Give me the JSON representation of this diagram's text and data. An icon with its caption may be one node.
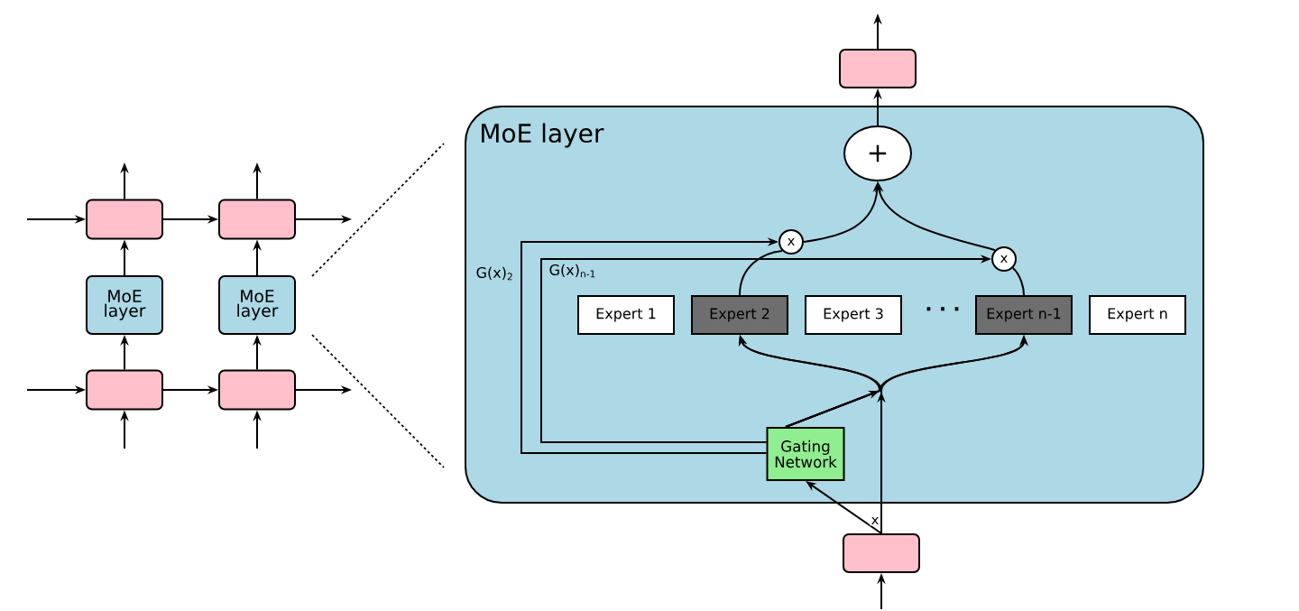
{
  "diagram": {
    "nodes": [
      {
        "text": [],
        "shape": "box"
      },
      {
        "text": [],
        "shape": "box"
      },
      {
        "text": [
          "MoE layer"
        ]
      },
      {
        "text": [
          "MoE layer"
        ]
      },
      {
        "text": [],
        "shape": "box"
      },
      {
        "text": [],
        "shape": "box"
      },
      {
        "text": [
          "MoE layer"
        ]
      },
      {
        "text": [
          "+"
        ],
        "in": 6
      },
      {
        "text": [
          "x"
        ],
        "in": 6
      },
      {
        "text": [
          "x"
        ],
        "in": 6
      },
      {
        "text": [
          "Expert 1"
        ],
        "in": 6
      },
      {
        "text": [
          "Expert 2"
        ],
        "in": 6
      },
      {
        "text": [
          "Expert 3"
        ],
        "in": 6
      },
      {
        "text": [
          "Expert n-1"
        ],
        "in": 6
      },
      {
        "text": [
          "Expert n"
        ],
        "in": 6
      },
      {
        "text": [
          "Gating Network"
        ],
        "in": 6
      },
      {
        "text": [],
        "shape": "box"
      },
      {
        "text": [],
        "shape": "box"
      }
    ],
    "edges": [
      {
        "from": null,
        "to": 0,
        "arrow": "to"
      },
      {
        "from": 0,
        "to": 1,
        "arrow": "to"
      },
      {
        "from": 1,
        "to": null,
        "arrow": "to"
      },
      {
        "from": 0,
        "to": null,
        "arrow": "to"
      },
      {
        "from": 1,
        "to": null,
        "arrow": "to"
      },
      {
        "from": 2,
        "to": 0,
        "arrow": "to"
      },
      {
        "from": 3,
        "to": 1,
        "arrow": "to"
      },
      {
        "from": null,
        "to": 4,
        "arrow": "to"
      },
      {
        "from": 4,
        "to": 5,
        "arrow": "to"
      },
      {
        "from": 5,
        "to": null,
        "arrow": "to"
      },
      {
        "from": null,
        "to": 4,
        "arrow": "to"
      },
      {
        "from": null,
        "to": 5,
        "arrow": "to"
      },
      {
        "from": 4,
        "to": 2,
        "arrow": "to"
      },
      {
        "from": 5,
        "to": 3,
        "arrow": "to"
      },
      {
        "from": 3,
        "to": 6,
        "arrow": "none",
        "style": "dashed"
      },
      {
        "from": 3,
        "to": 6,
        "arrow": "none",
        "style": "dashed"
      },
      {
        "from": null,
        "to": 17,
        "arrow": "to"
      },
      {
        "from": 17,
        "to": 15,
        "arrow": "to",
        "label": "x"
      },
      {
        "from": 17,
        "to": 11,
        "arrow": "to"
      },
      {
        "from": 17,
        "to": 13,
        "arrow": "to"
      },
      {
        "from": 15,
        "to": 11,
        "arrow": "to"
      },
      {
        "from": 15,
        "to": 13,
        "arrow": "to"
      },
      {
        "from": 15,
        "to": 8,
        "arrow": "to",
        "label": "G(x)$_{2}$"
      },
      {
        "from": 15,
        "to": 9,
        "arrow": "to",
        "label": "G(x)$_{n-1}$"
      },
      {
        "from": 11,
        "to": 8,
        "arrow": "none"
      },
      {
        "from": 13,
        "to": 9,
        "arrow": "none"
      },
      {
        "from": 8,
        "to": 7,
        "arrow": "to"
      },
      {
        "from": 9,
        "to": 7,
        "arrow": "to"
      },
      {
        "from": 7,
        "to": 16,
        "arrow": "to"
      },
      {
        "from": 16,
        "to": null,
        "arrow": "to"
      }
    ],
    "labels": [
      "· · ·"
    ]
  }
}
